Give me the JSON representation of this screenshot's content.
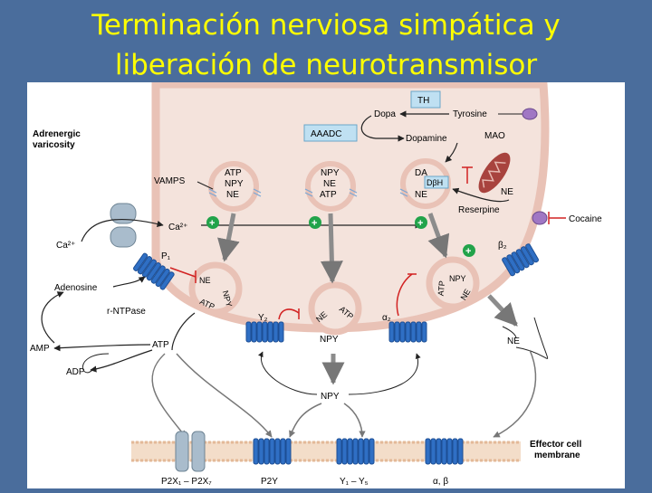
{
  "slide": {
    "title_line1": "Terminación nerviosa simpática y",
    "title_line2": "liberación de neurotransmisor"
  },
  "diagram": {
    "varicosity_label_1": "Adrenergic",
    "varicosity_label_2": "varicosity",
    "enzymes": {
      "th": "TH",
      "aaadc": "AAADC",
      "mao": "MAO",
      "dbh": "DβH"
    },
    "pathway": {
      "tyrosine": "Tyrosine",
      "dopa": "Dopa",
      "dopamine": "Dopamine",
      "da": "DA"
    },
    "vamps": "VAMPS",
    "vesicle_1": [
      "ATP",
      "NPY",
      "NE"
    ],
    "vesicle_2": [
      "NPY",
      "NE",
      "ATP"
    ],
    "vesicle_3_ne": "NE",
    "ne_label": "NE",
    "reserpine": "Reserpine",
    "cocaine": "Cocaine",
    "ca_in": "Ca²⁺",
    "ca_out": "Ca²⁺",
    "plus": "+",
    "p1": "P₁",
    "beta2": "β₂",
    "alpha2": "α₂",
    "y2": "Y₂",
    "adenosine": "Adenosine",
    "rntpase": "r-NTPase",
    "amp": "AMP",
    "adp": "ADP",
    "atp": "ATP",
    "npy": "NPY",
    "fused_left": [
      "NE",
      "NPY",
      "ATP"
    ],
    "fused_center": [
      "NE",
      "ATP"
    ],
    "fused_right": [
      "NPY",
      "NE",
      "ATP"
    ],
    "npy_release": "NPY",
    "ne_release": "NE",
    "receptors": [
      "P2X₁ – P2X₇",
      "P2Y",
      "Y₁ – Y₅",
      "α, β"
    ],
    "effector_line1": "Effector cell",
    "effector_line2": "membrane"
  },
  "colors": {
    "background": "#4a6d9c",
    "title": "#ffff00",
    "terminal": "#f2ddd6",
    "receptor": "#2f6fc4",
    "inhibit": "#d22222",
    "plus": "#22a34a"
  }
}
